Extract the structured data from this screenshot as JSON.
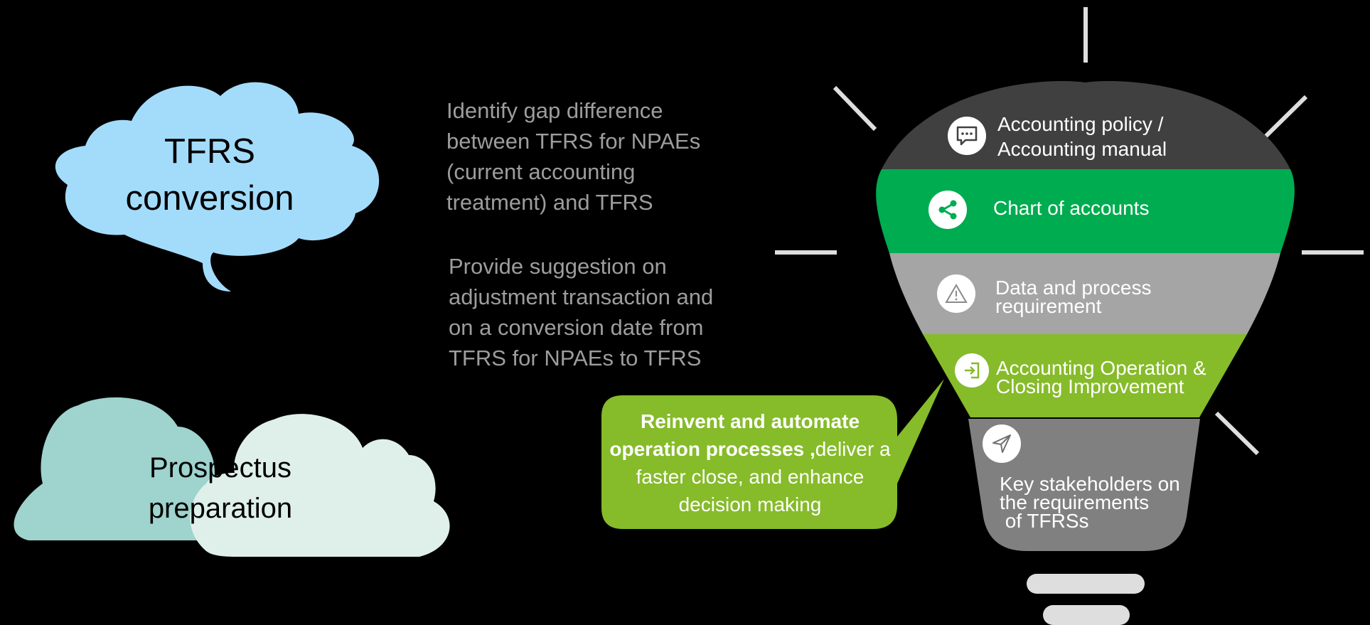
{
  "colors": {
    "background": "#000000",
    "cloud_tfrs": "#a3dcfb",
    "cloud_prospectus_back": "#9fd3cd",
    "cloud_prospectus_front": "#dff0ea",
    "band_1": "#404040",
    "band_2": "#00ac50",
    "band_3": "#a5a5a5",
    "band_4": "#86bb2a",
    "band_5": "#808080",
    "callout": "#86bb2a",
    "paragraph_text": "#9d9d9d",
    "base_caps": "#dedede"
  },
  "clouds": {
    "tfrs": {
      "line1": "TFRS",
      "line2": "conversion"
    },
    "prospectus": {
      "line1": "Prospectus",
      "line2": "preparation"
    }
  },
  "paragraphs": {
    "gap": {
      "line1": "Identify gap difference",
      "line2": "between TFRS for NPAEs",
      "line3": "(current accounting",
      "line4": "treatment) and TFRS"
    },
    "suggestion": {
      "line1": "Provide suggestion on",
      "line2": "adjustment transaction and",
      "line3": "on a conversion date from",
      "line4": "TFRS for NPAEs to TFRS"
    }
  },
  "bulb": {
    "sections": [
      {
        "icon": "chat-icon",
        "line1": "Accounting policy /",
        "line2": "Accounting manual"
      },
      {
        "icon": "share-icon",
        "line1": "Chart of accounts"
      },
      {
        "icon": "warning-icon",
        "line1": "Data and process",
        "line2": "requirement"
      },
      {
        "icon": "login-icon",
        "line1": "Accounting Operation &",
        "line2": "Closing Improvement"
      },
      {
        "icon": "send-icon",
        "line1": "Key stakeholders on",
        "line2": "the requirements",
        "line3": " of TFRSs"
      }
    ]
  },
  "callout": {
    "bold_line1": "Reinvent and automate",
    "bold_line2": "operation processes ,",
    "line2_rest": "deliver a",
    "line3": "faster close, and enhance",
    "line4": "decision making"
  }
}
